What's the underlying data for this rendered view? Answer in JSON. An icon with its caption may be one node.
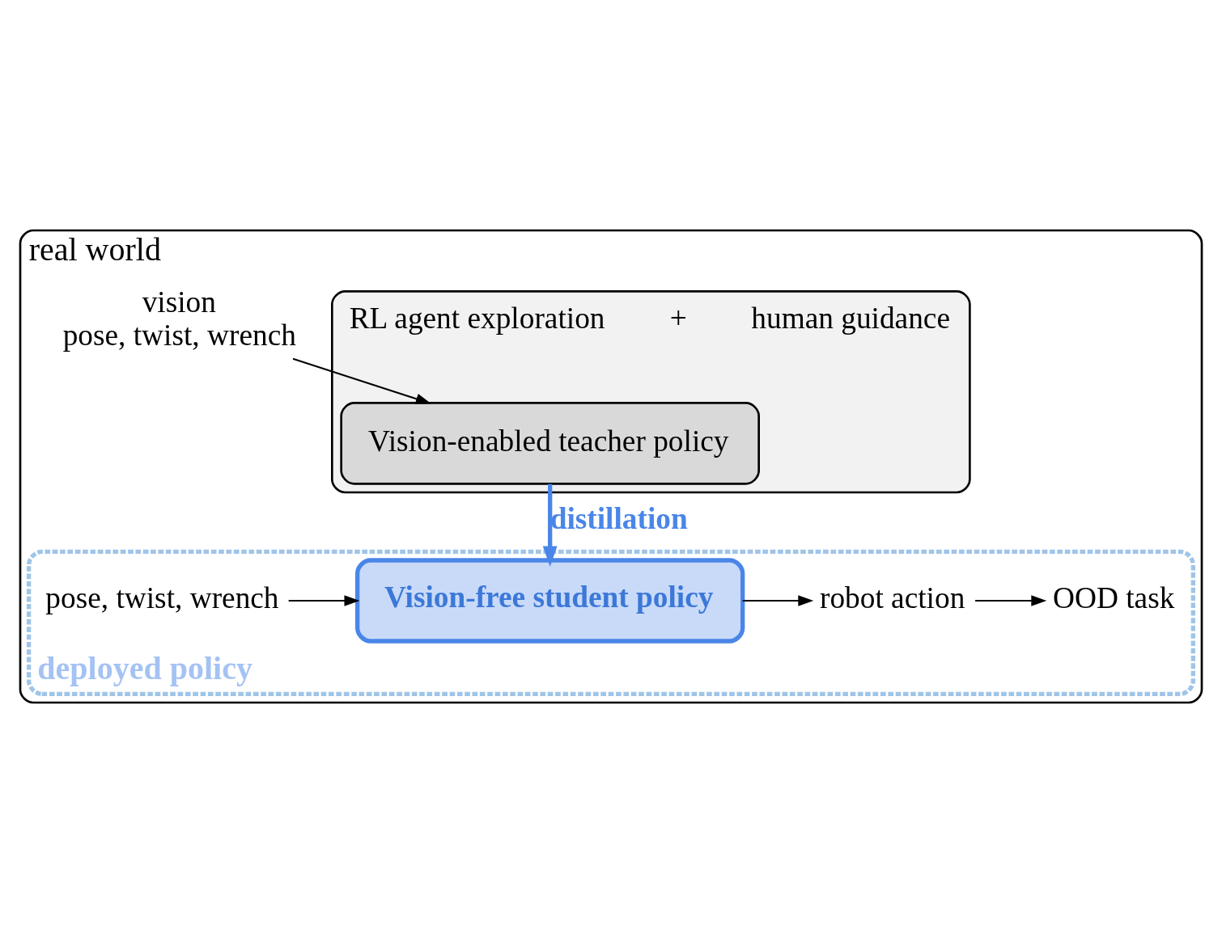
{
  "diagram": {
    "nodes": [
      {
        "text": [
          "real world"
        ]
      },
      {
        "text": [],
        "shape": "box",
        "in": 0
      },
      {
        "text": [
          "RL agent exploration"
        ],
        "in": 1
      },
      {
        "text": [
          "human guidance"
        ],
        "in": 1
      },
      {
        "text": [
          "vision",
          "pose, twist, wrench"
        ],
        "in": 0
      },
      {
        "text": [
          "Vision-enabled teacher policy"
        ],
        "in": 1
      },
      {
        "text": [
          "deployed policy"
        ],
        "in": 0
      },
      {
        "text": [
          "pose, twist, wrench"
        ],
        "in": 6
      },
      {
        "text": [
          "Vision-free student policy"
        ],
        "in": 6
      },
      {
        "text": [
          "robot action"
        ],
        "in": 6
      },
      {
        "text": [
          "OOD task"
        ],
        "in": 6
      }
    ],
    "edges": [
      {
        "from": 4,
        "to": 5,
        "arrow": "to"
      },
      {
        "from": 5,
        "to": 8,
        "arrow": "to",
        "label": "distillation",
        "style": "thick",
        "color": "#4a86e8"
      },
      {
        "from": 7,
        "to": 8,
        "arrow": "to"
      },
      {
        "from": 8,
        "to": 9,
        "arrow": "to"
      },
      {
        "from": 9,
        "to": 10,
        "arrow": "to"
      }
    ],
    "labels": [
      "+"
    ]
  }
}
